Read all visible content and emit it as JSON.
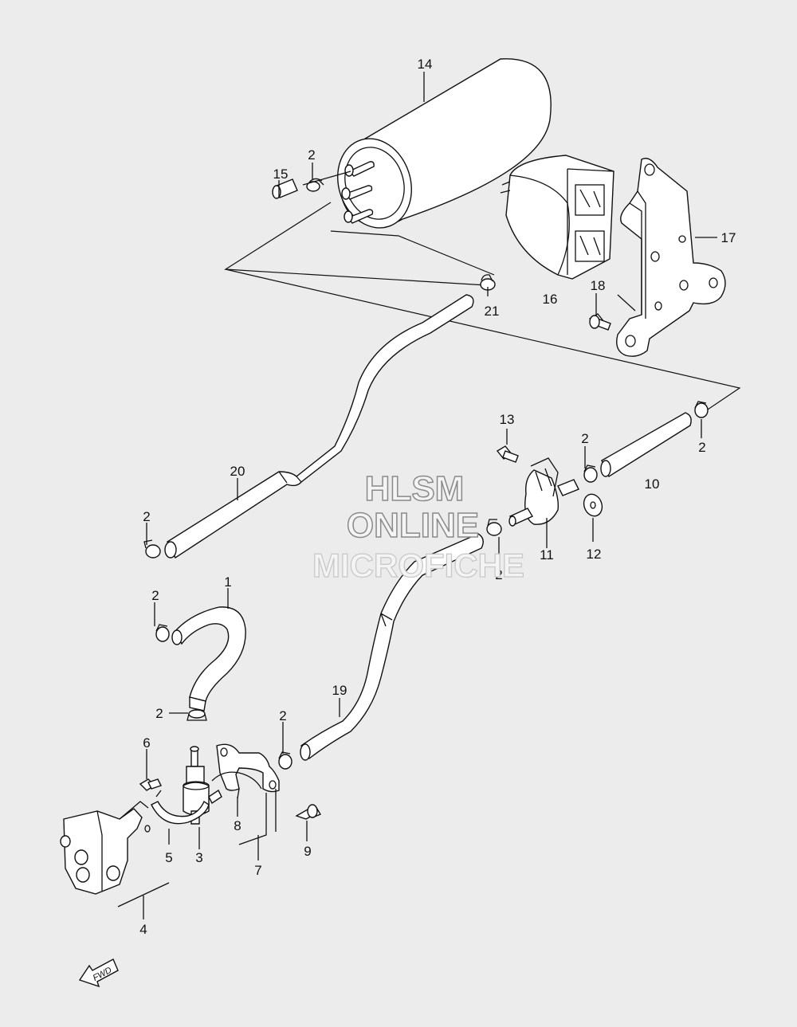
{
  "watermark": {
    "line1": "HLSM",
    "line2": "ONLINE",
    "line3": "MICROFICHE"
  },
  "fwd_label": "FWD",
  "callouts": {
    "c14": "14",
    "c15": "15",
    "c2a": "2",
    "c16": "16",
    "c17": "17",
    "c18": "18",
    "c21": "21",
    "c13": "13",
    "c2b": "2",
    "c2c": "2",
    "c10": "10",
    "c20": "20",
    "c2d": "2",
    "c11": "11",
    "c12": "12",
    "c2e": "2",
    "c1": "1",
    "c2f": "2",
    "c2g": "2",
    "c19": "19",
    "c2h": "2",
    "c6": "6",
    "c8": "8",
    "c5": "5",
    "c3": "3",
    "c7": "7",
    "c9": "9",
    "c4": "4"
  },
  "colors": {
    "background": "#ececec",
    "line": "#111111",
    "watermark": "#8a8a8a"
  }
}
